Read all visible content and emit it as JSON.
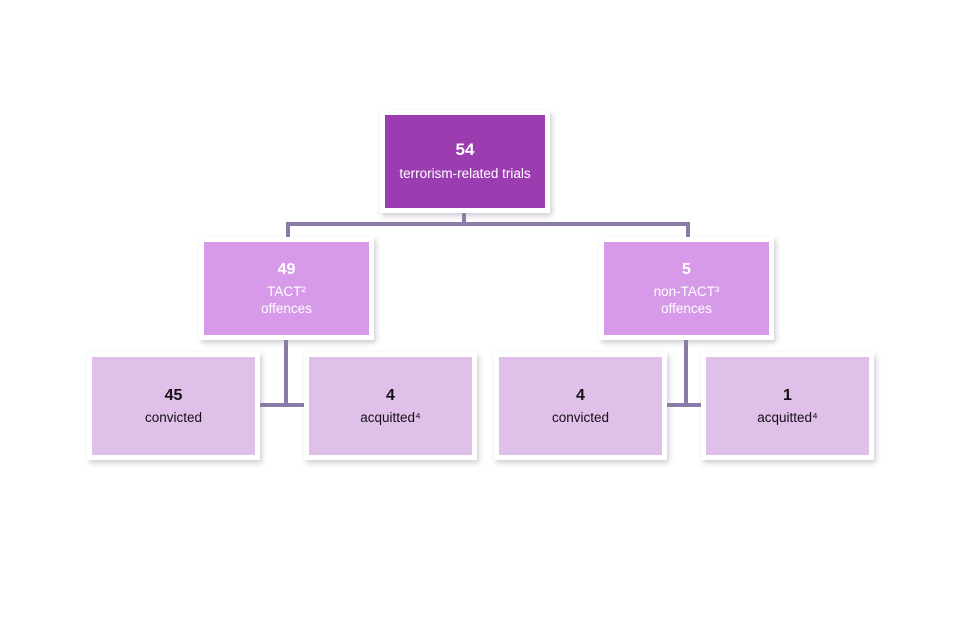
{
  "chart_data": {
    "type": "diagram",
    "title": "",
    "diagram_kind": "flowchart-tree",
    "levels": 3,
    "nodes": [
      {
        "id": "root",
        "level": 1,
        "value": 54,
        "label": "terrorism-related trials"
      },
      {
        "id": "tact",
        "level": 2,
        "value": 49,
        "label": "TACT² offences"
      },
      {
        "id": "non-tact",
        "level": 2,
        "value": 5,
        "label": "non-TACT³ offences"
      },
      {
        "id": "tact-convicted",
        "level": 3,
        "value": 45,
        "label": "convicted"
      },
      {
        "id": "tact-acquitted",
        "level": 3,
        "value": 4,
        "label": "acquitted⁴"
      },
      {
        "id": "non-tact-convicted",
        "level": 3,
        "value": 4,
        "label": "convicted"
      },
      {
        "id": "non-tact-acquitted",
        "level": 3,
        "value": 1,
        "label": "acquitted⁴"
      }
    ],
    "edges": [
      {
        "from": "root",
        "to": "tact"
      },
      {
        "from": "root",
        "to": "non-tact"
      },
      {
        "from": "tact",
        "to": "tact-convicted"
      },
      {
        "from": "tact",
        "to": "tact-acquitted"
      },
      {
        "from": "non-tact",
        "to": "non-tact-convicted"
      },
      {
        "from": "non-tact",
        "to": "non-tact-acquitted"
      }
    ]
  },
  "colors": {
    "root_fill": "#9b3cb0",
    "branch_fill": "#d69ae8",
    "leaf_fill": "#dec0e8",
    "connector": "#8b7ba8",
    "node_border": "#ffffff",
    "background": "#ffffff",
    "light_text": "#ffffff",
    "dark_text": "#161016"
  },
  "root": {
    "number": "54",
    "label": "terrorism-related trials"
  },
  "branches": [
    {
      "number": "49",
      "label_line1": "TACT²",
      "label_line2": "offences"
    },
    {
      "number": "5",
      "label_line1": "non-TACT³",
      "label_line2": "offences"
    }
  ],
  "leaves": [
    {
      "number": "45",
      "label": "convicted"
    },
    {
      "number": "4",
      "label": "acquitted⁴"
    },
    {
      "number": "4",
      "label": "convicted"
    },
    {
      "number": "1",
      "label": "acquitted⁴"
    }
  ]
}
